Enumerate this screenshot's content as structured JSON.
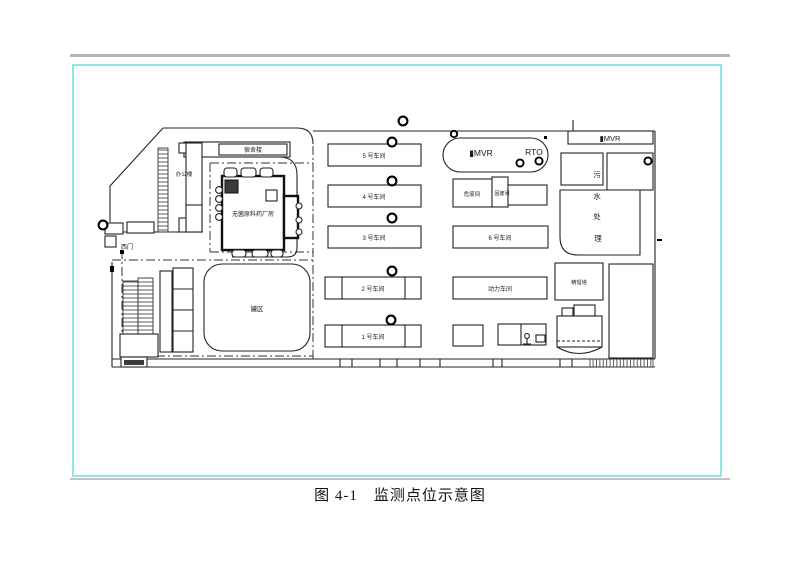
{
  "figure": {
    "caption": "图 4-1　监测点位示意图"
  },
  "site_plan": {
    "gates": {
      "west_gate": "西门"
    },
    "buildings": {
      "dormitory": "宿舍楼",
      "office": "办公楼",
      "sterile_api_plant": "无菌原料药厂房",
      "tank_area": "罐区",
      "workshop_5": "5 号车间",
      "workshop_4": "4 号车间",
      "workshop_3": "3 号车间",
      "workshop_2": "2 号车间",
      "workshop_1": "1 号车间",
      "workshop_6": "6 号车间",
      "power_workshop": "动力车间",
      "hazardous_waste_room": "危废间",
      "solid_waste_room": "固废间",
      "mvr_unit": "▮MVR",
      "rto_unit": "RTO",
      "mvr_building": "▮MVR",
      "distillation_tower": "精馏塔",
      "sewage_treatment": {
        "char_1": "污",
        "char_2": "水",
        "char_3": "处",
        "char_4": "理"
      }
    }
  }
}
